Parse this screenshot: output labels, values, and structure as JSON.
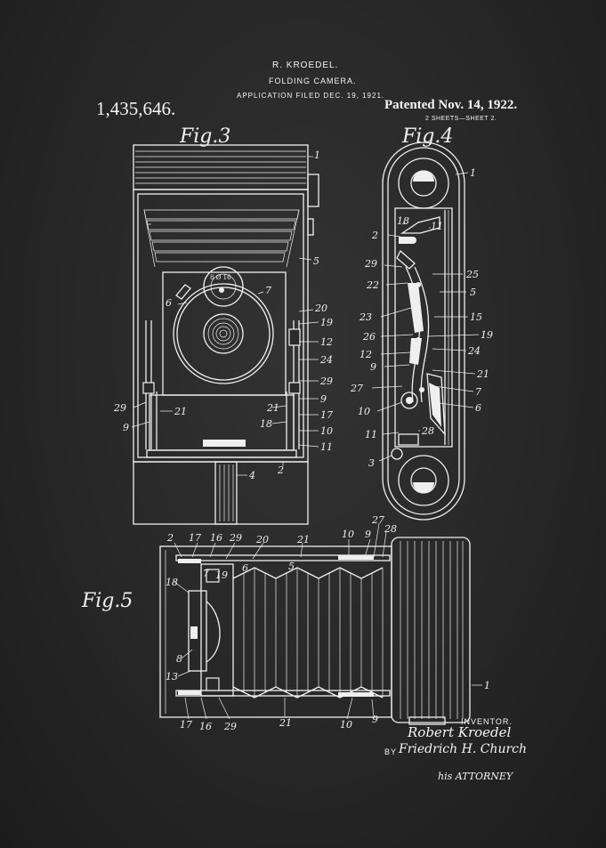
{
  "header": {
    "inventor_name": "R. KROEDEL.",
    "title": "FOLDING CAMERA.",
    "filed": "APPLICATION FILED DEC. 19, 1921.",
    "patent_number": "1,435,646.",
    "patented": "Patented Nov. 14, 1922.",
    "sheets": "2 SHEETS—SHEET 2."
  },
  "figures": {
    "fig3": {
      "label": "Fig.3",
      "refs": {
        "r1": "1",
        "r5": "5",
        "r6": "6",
        "r7": "7",
        "r20": "20",
        "r19": "19",
        "r12": "12",
        "r24": "24",
        "r29r": "29",
        "r9r": "9",
        "r17": "17",
        "r10": "10",
        "r11": "11",
        "r29l": "29",
        "r9l": "9",
        "r21l": "21",
        "r21r": "21",
        "r18": "18",
        "r4": "4",
        "r2": "2",
        "lens": "8 Ø 16"
      }
    },
    "fig4": {
      "label": "Fig.4",
      "refs": {
        "r1": "1",
        "r2": "2",
        "r18": "18",
        "r11": "11",
        "r29": "29",
        "r22": "22",
        "r25": "25",
        "r5": "5",
        "r23": "23",
        "r15": "15",
        "r26": "26",
        "r19": "19",
        "r12": "12",
        "r24": "24",
        "r9": "9",
        "r21": "21",
        "r27": "27",
        "r7": "7",
        "r10": "10",
        "r6": "6",
        "r11b": "11",
        "r28": "28",
        "r3": "3"
      }
    },
    "fig5": {
      "label": "Fig.5",
      "refs": {
        "r2": "2",
        "r17": "17",
        "r16": "16",
        "r29": "29",
        "r20": "20",
        "r21": "21",
        "r10": "10",
        "r9": "9",
        "r27": "27",
        "r28": "28",
        "r7": "7",
        "r19": "19",
        "r6": "6",
        "r5": "5",
        "r18": "18",
        "r8": "8",
        "r13": "13",
        "r1": "1",
        "r17b": "17",
        "r16b": "16",
        "r29b": "29",
        "r21b": "21",
        "r10b": "10",
        "r9b": "9"
      }
    }
  },
  "signature": {
    "inventor_label": "INVENTOR.",
    "inventor_signature": "Robert Kroedel",
    "by": "BY",
    "attorney_signature": "Friedrich H. Church",
    "attorney_label": "his ATTORNEY"
  }
}
